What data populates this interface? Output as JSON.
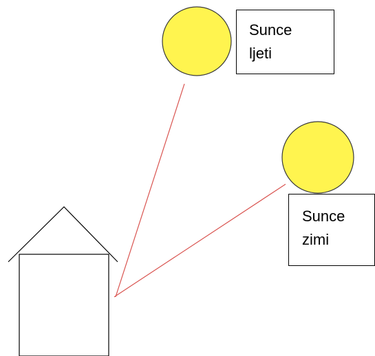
{
  "diagram": {
    "summer_sun_label": "Sunce\nljeti",
    "winter_sun_label": "Sunce\nzimi",
    "colors": {
      "sun_fill": "#FFF44F",
      "sun_stroke": "#3A3A3A",
      "ray": "#D9534F",
      "house_stroke": "#000000",
      "label_border": "#000000",
      "background": "#FFFFFF"
    },
    "icons": {
      "summer_sun": "sun-circle",
      "winter_sun": "sun-circle",
      "house": "house-outline"
    }
  }
}
